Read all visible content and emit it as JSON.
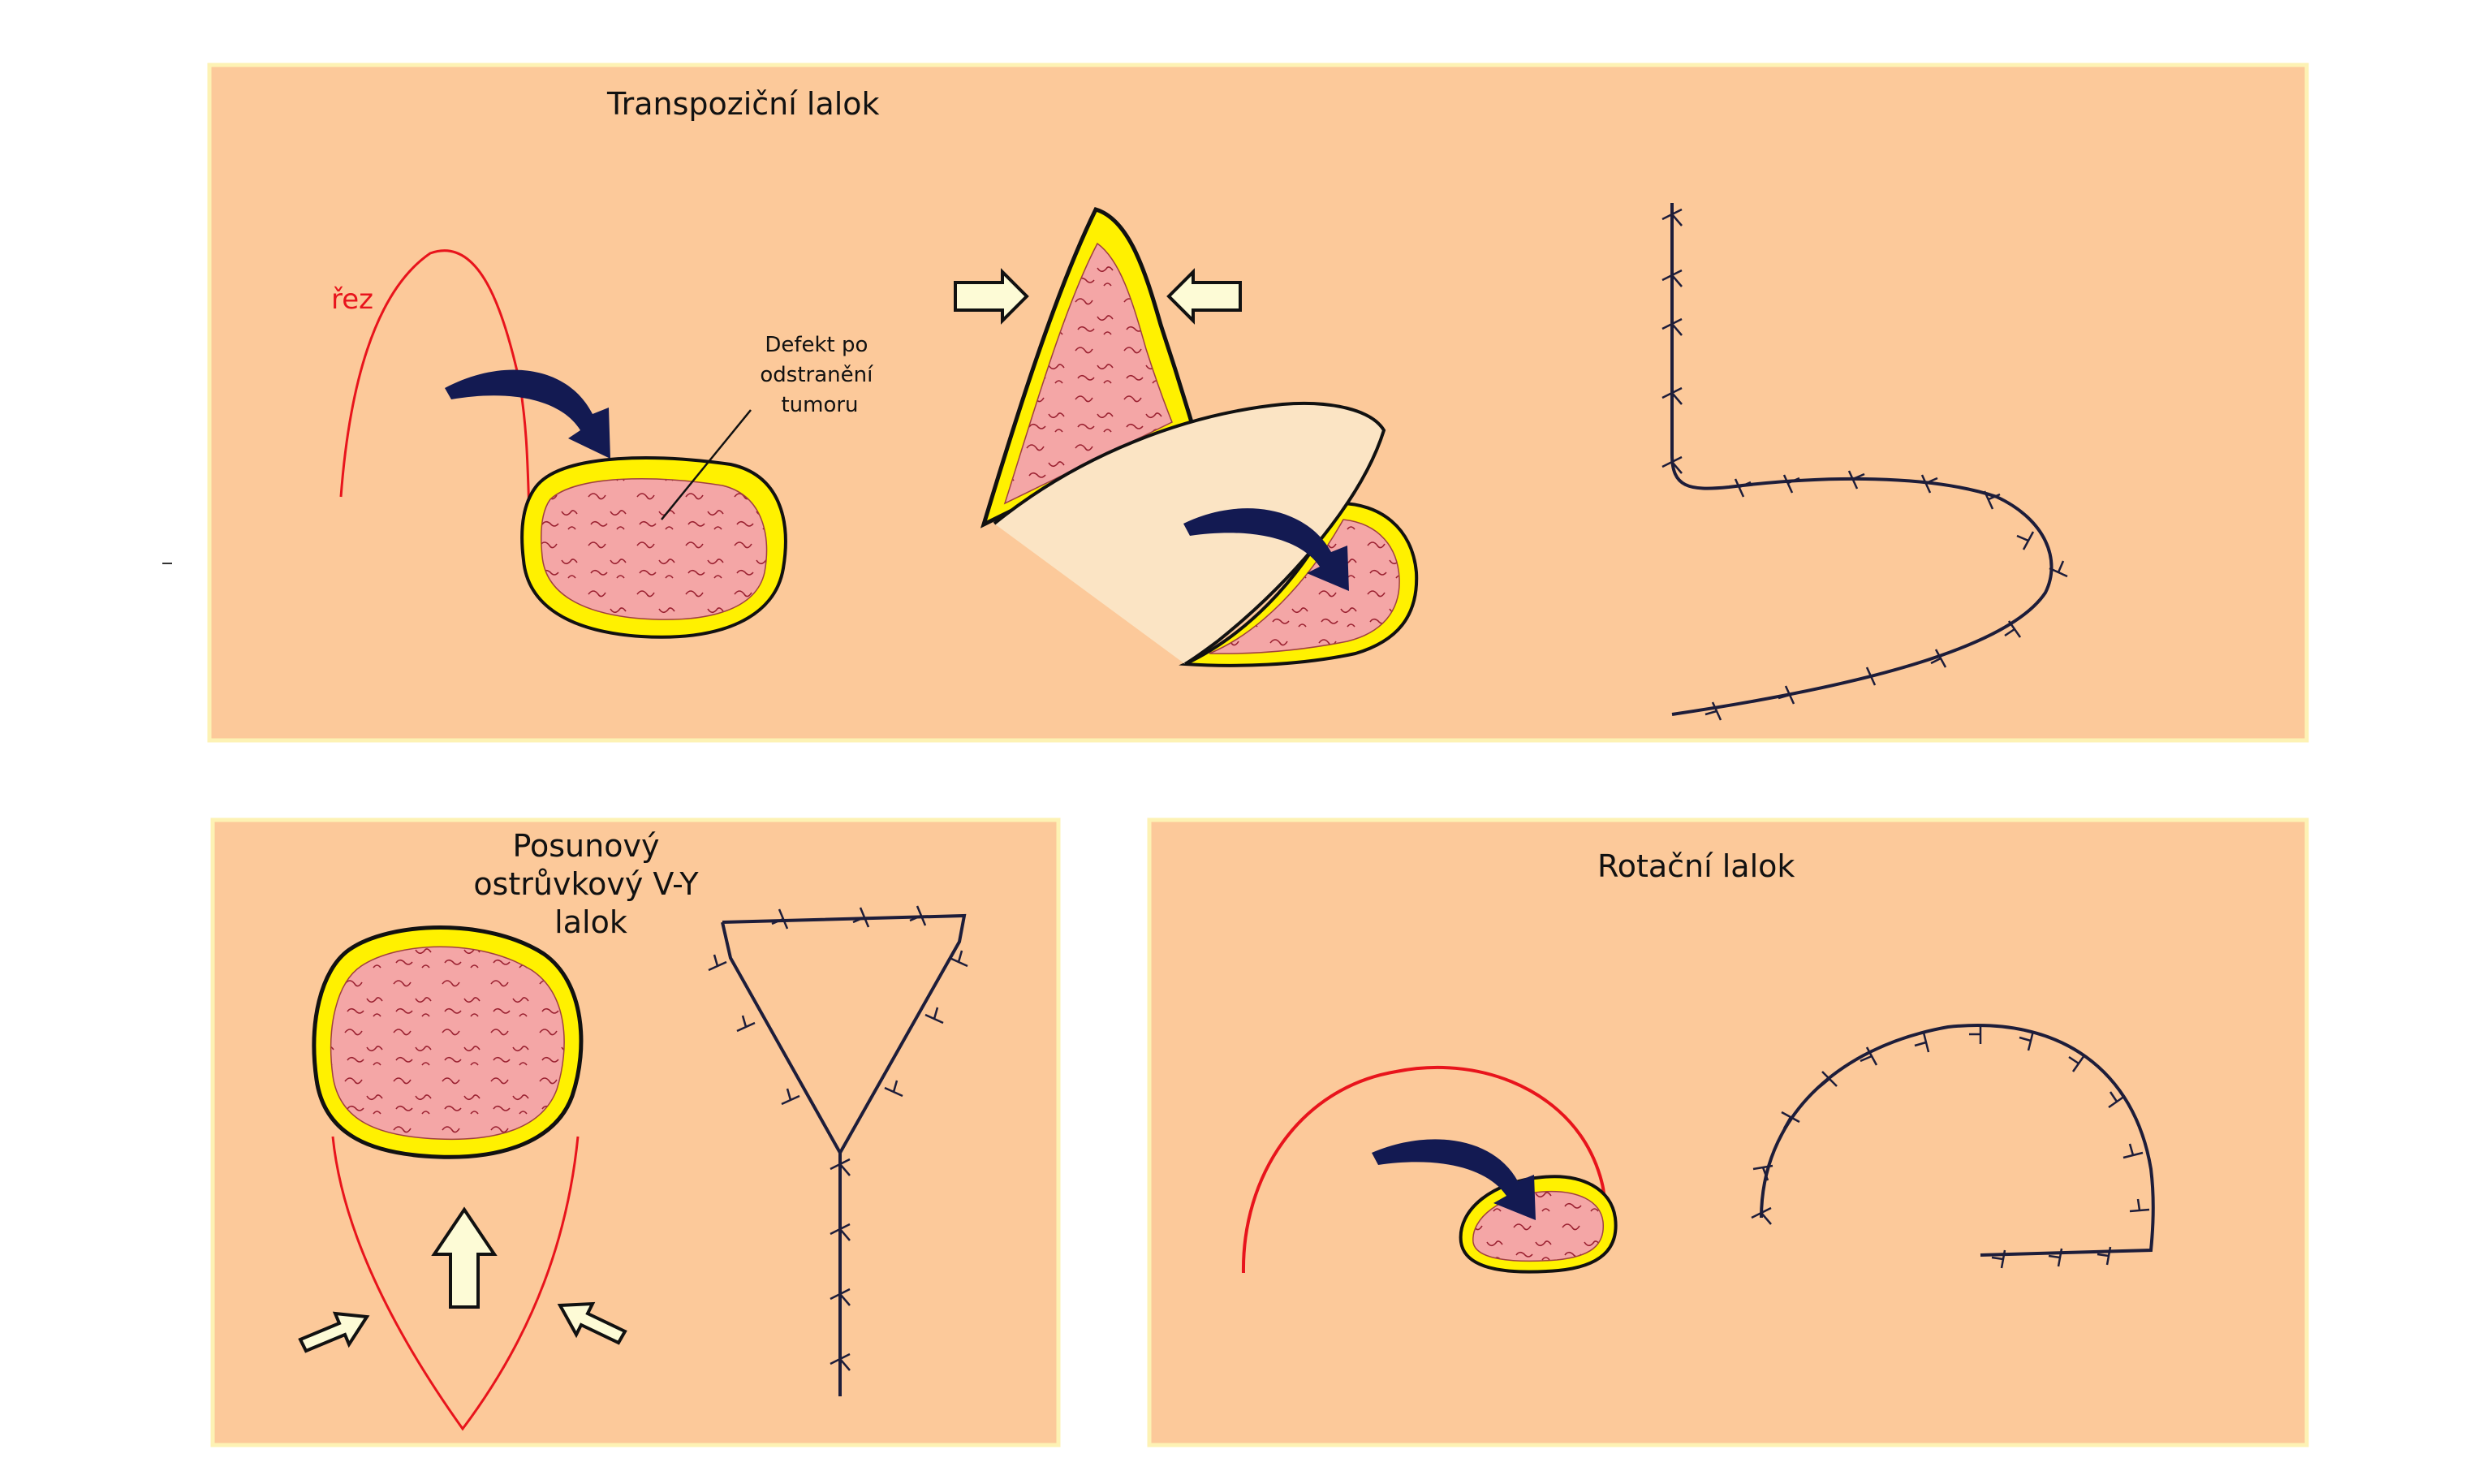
{
  "colors": {
    "panel_fill": "#fcc99a",
    "panel_border": "#fdf2b4",
    "tissue_fill": "#f4a6a6",
    "rim_fill": "#fff100",
    "cut_line": "#e8141c",
    "rotation_arrow": "#131a52",
    "push_arrow_fill": "#fdfbd6",
    "suture": "#1d1d3a"
  },
  "panels": {
    "transposition": {
      "title": "Transpoziční lalok",
      "cut_label": "řez",
      "defect_label": [
        "Defekt po",
        "odstranění",
        "tumoru"
      ]
    },
    "advancement": {
      "title": [
        "Posunový",
        "ostrůvkový V-Y",
        "lalok"
      ]
    },
    "rotation": {
      "title": "Rotační lalok"
    }
  },
  "icons": [
    "curved-arrow-icon",
    "push-arrow-icon",
    "suture-stitch-icon"
  ]
}
